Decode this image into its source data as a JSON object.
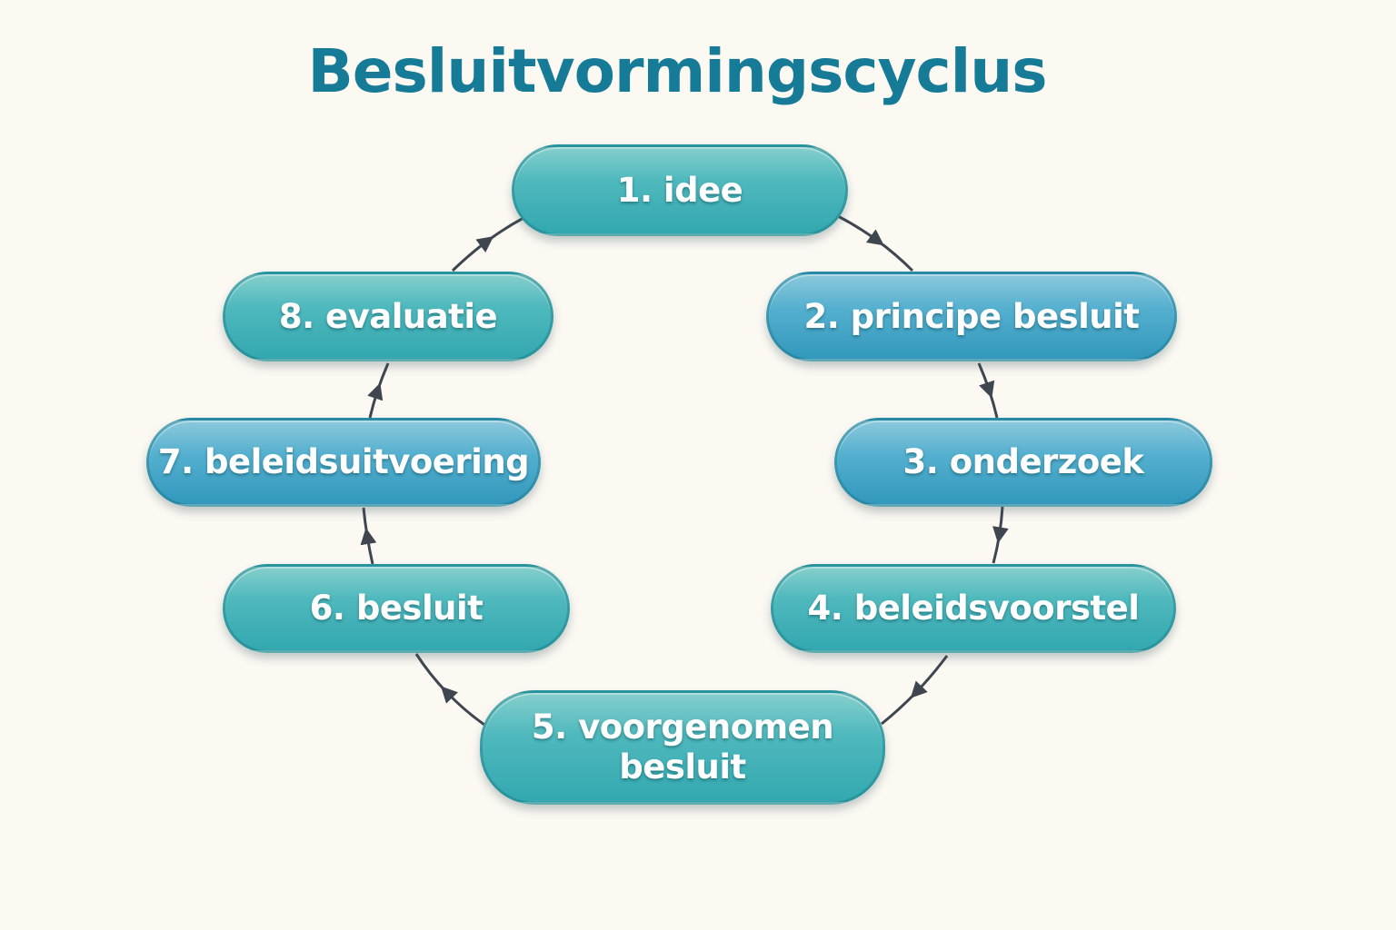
{
  "title": "Besluitvormingscyclus",
  "colors": {
    "title": "#167b96",
    "node_teal": "#4fb9bd",
    "node_blue": "#4aa8cc",
    "arrow": "#3f4650",
    "background": "#fcf9f3"
  },
  "steps": [
    {
      "label": "1. idee"
    },
    {
      "label": "2. principe besluit"
    },
    {
      "label": "3. onderzoek"
    },
    {
      "label": "4. beleidsvoorstel"
    },
    {
      "label": "5. voorgenomen\nbesluit"
    },
    {
      "label": "6. besluit"
    },
    {
      "label": "7. beleidsuitvoering"
    },
    {
      "label": "8. evaluatie"
    }
  ]
}
